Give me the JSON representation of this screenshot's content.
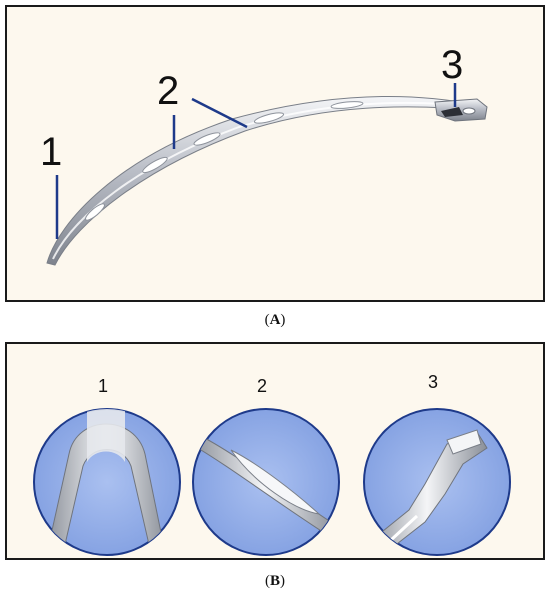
{
  "panel_a": {
    "caption_letter": "A",
    "labels": [
      "1",
      "2",
      "3"
    ]
  },
  "panel_b": {
    "caption_letter": "B",
    "detail_labels": [
      "1",
      "2",
      "3"
    ]
  },
  "colors": {
    "border": "#1a1a1a",
    "panel_bg": "#fdf8ee",
    "leader_line": "#1e3a8a",
    "circle_fill": "#93aee8",
    "circle_stroke": "#1e3a8a",
    "metal": "#c9ccd3"
  },
  "icons": [
    "instrument-illustration",
    "tip-detail-illustration",
    "window-detail-illustration",
    "handle-detail-illustration"
  ]
}
